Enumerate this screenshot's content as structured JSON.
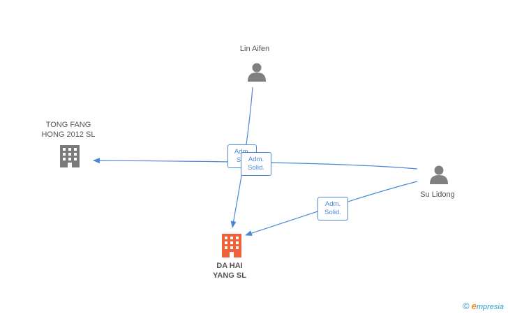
{
  "nodes": {
    "lin_aifen": {
      "label": "Lin Aifen",
      "type": "person"
    },
    "su_lidong": {
      "label": "Su Lidong",
      "type": "person"
    },
    "tong_fang": {
      "label_line1": "TONG FANG",
      "label_line2": "HONG 2012 SL",
      "type": "company"
    },
    "da_hai": {
      "label_line1": "DA HAI",
      "label_line2": "YANG SL",
      "type": "company-primary"
    }
  },
  "edges": {
    "badge_a": {
      "line1": "Adm.",
      "line2": "Sol."
    },
    "badge_b": {
      "line1": "Adm.",
      "line2": "Solid."
    },
    "badge_c": {
      "line1": "Adm.",
      "line2": "Solid."
    }
  },
  "brand": {
    "copyright": "©",
    "initial": "e",
    "name": "mpresia"
  },
  "colors": {
    "edge": "#4a87d6",
    "person_icon": "#808080",
    "company_icon": "#7a7a7a",
    "company_primary_icon": "#f0613a",
    "brand_blue": "#2e9fd3",
    "brand_orange": "#f28c28"
  }
}
